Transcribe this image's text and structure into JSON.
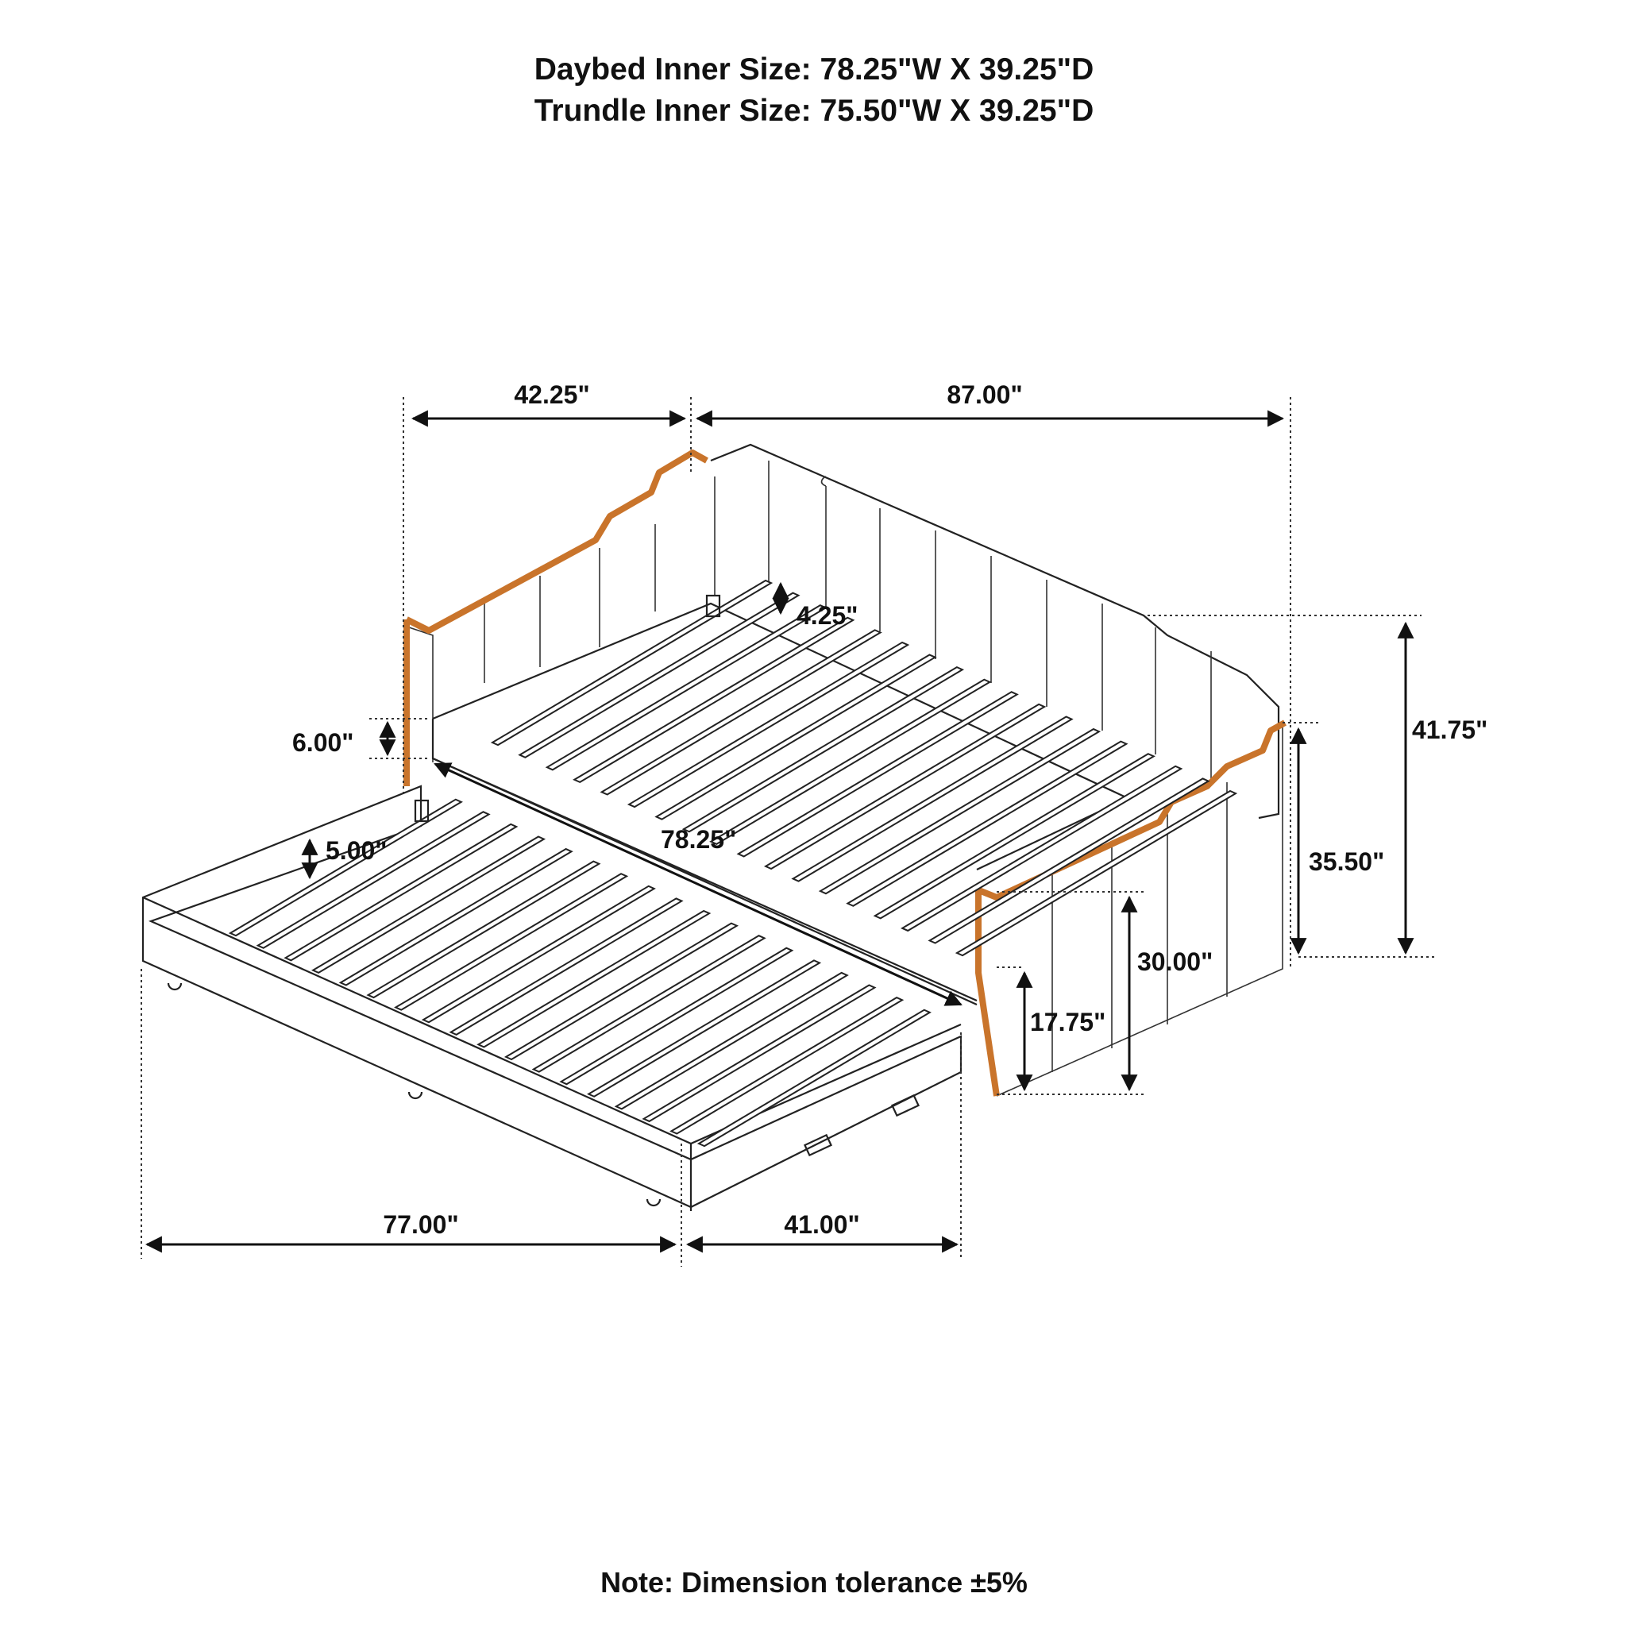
{
  "header": {
    "daybed_inner": "Daybed Inner Size: 78.25\"W X 39.25\"D",
    "trundle_inner": "Trundle Inner Size: 75.50\"W X 39.25\"D"
  },
  "dimensions": {
    "depth_top": "42.25\"",
    "width_top": "87.00\"",
    "back_gap": "4.25\"",
    "overall_height": "41.75\"",
    "rail_height": "6.00\"",
    "arm_height": "35.50\"",
    "inner_width": "78.25\"",
    "trundle_rail": "5.00\"",
    "back_height": "30.00\"",
    "seat_height": "17.75\"",
    "trundle_extended": "77.00\"",
    "trundle_depth": "41.00\""
  },
  "note": "Note: Dimension tolerance ±5%",
  "colors": {
    "accent": "#c9742b",
    "line": "#222222"
  }
}
